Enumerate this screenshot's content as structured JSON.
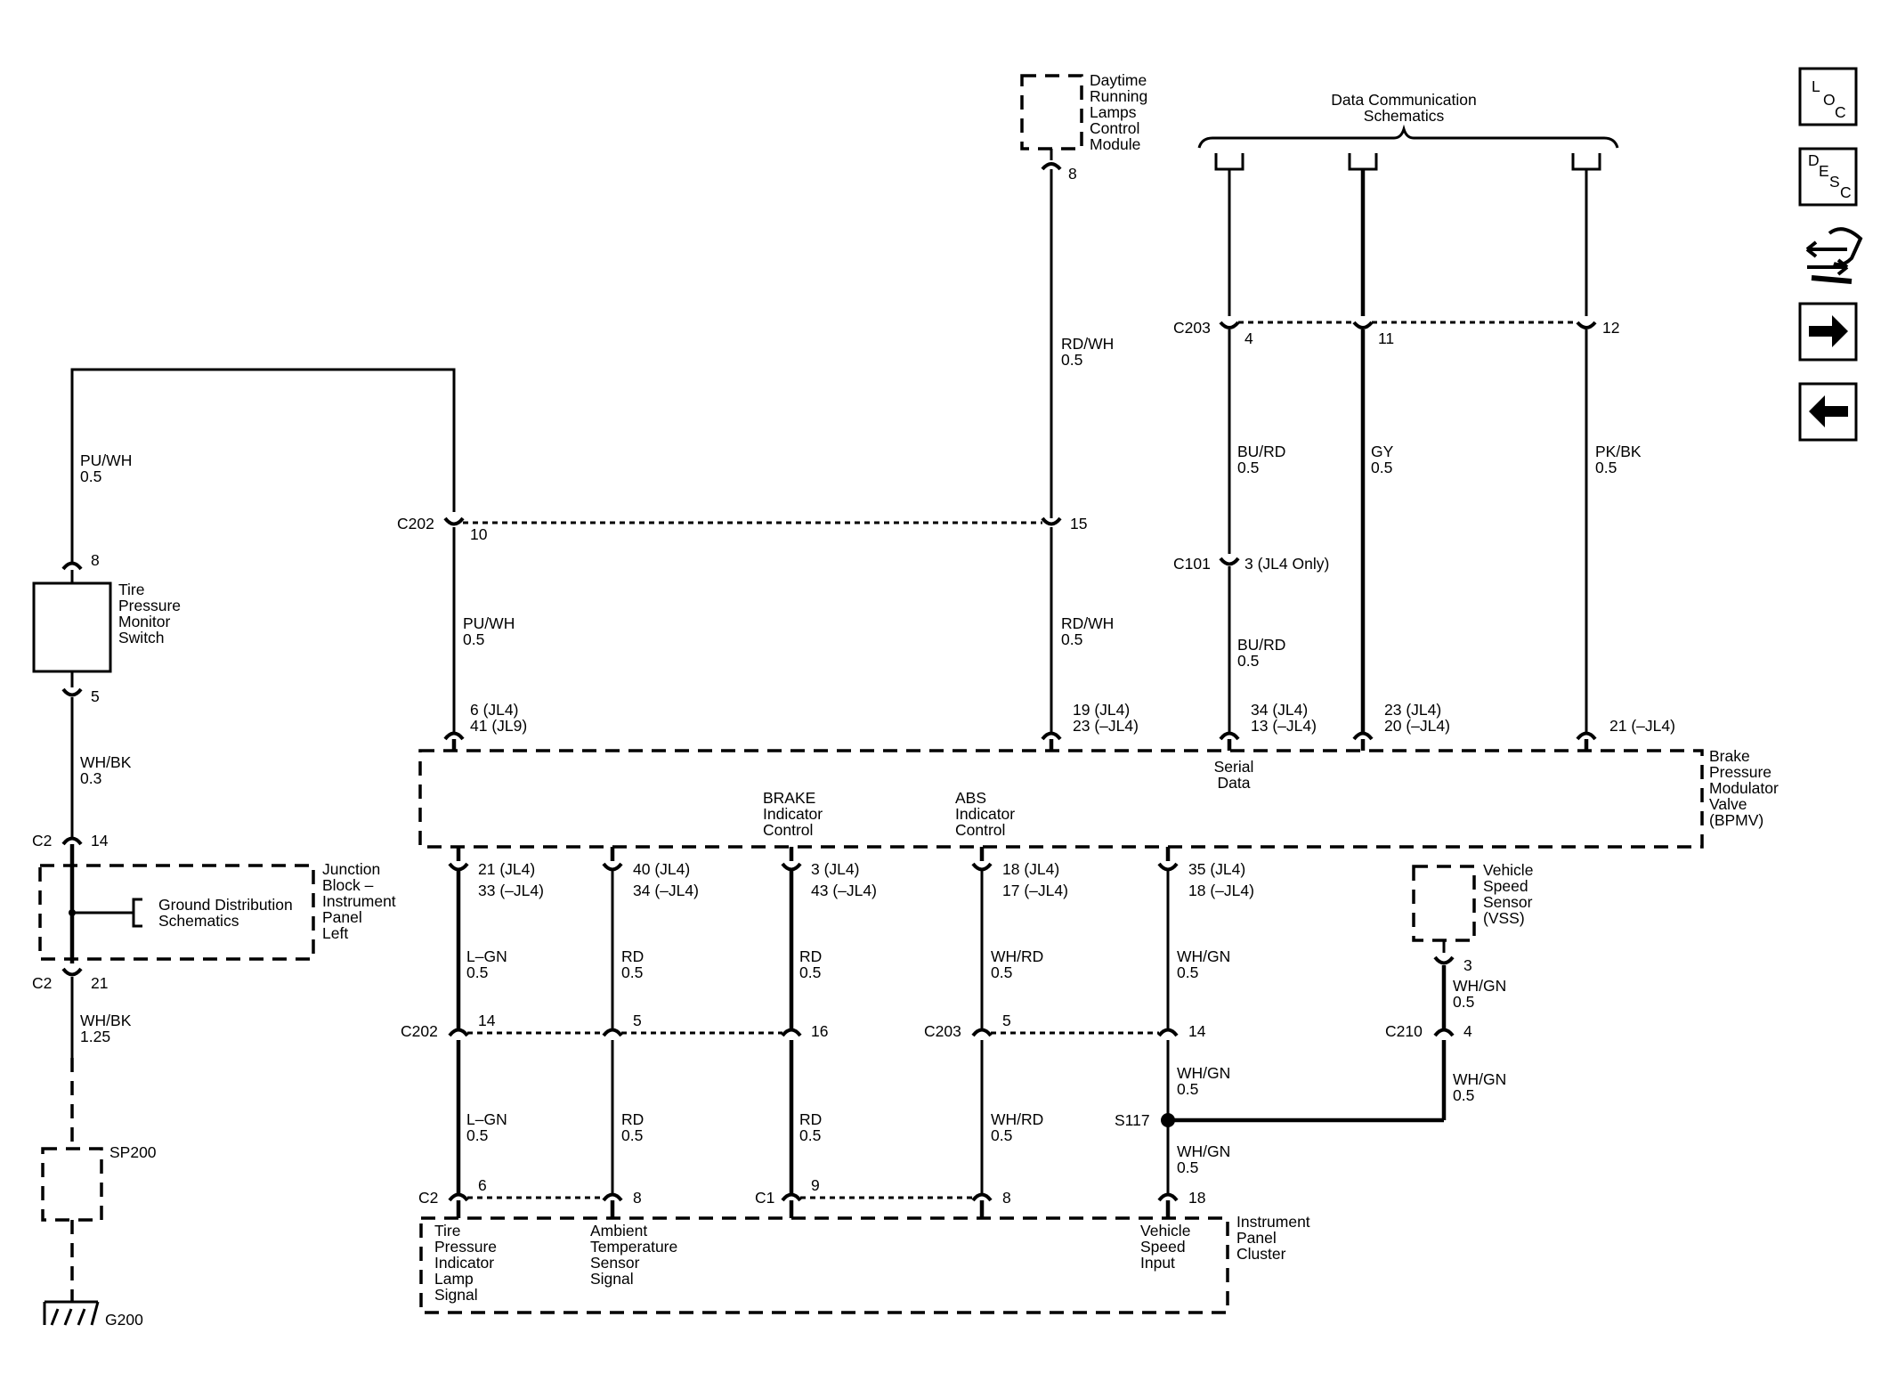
{
  "nav": {
    "loc_l": "L",
    "loc_o": "O",
    "loc_c": "C",
    "desc_d": "D",
    "desc_e": "E",
    "desc_s": "S",
    "desc_c": "C"
  },
  "components": {
    "drl_module": [
      "Daytime",
      "Running",
      "Lamps",
      "Control",
      "Module"
    ],
    "data_comm": [
      "Data Communication",
      "Schematics"
    ],
    "tpm_switch": [
      "Tire",
      "Pressure",
      "Monitor",
      "Switch"
    ],
    "bpmv": [
      "Brake",
      "Pressure",
      "Modulator",
      "Valve",
      "(BPMV)"
    ],
    "junction_block": [
      "Junction",
      "Block –",
      "Instrument",
      "Panel",
      "Left"
    ],
    "ground_dist": [
      "Ground Distribution",
      "Schematics"
    ],
    "vss": [
      "Vehicle",
      "Speed",
      "Sensor",
      "(VSS)"
    ],
    "ipc": [
      "Instrument",
      "Panel",
      "Cluster"
    ],
    "sp200": "SP200",
    "g200": "G200",
    "s117": "S117"
  },
  "bpmv_pins": {
    "serial_data": [
      "Serial",
      "Data"
    ],
    "brake_ind": [
      "BRAKE",
      "Indicator",
      "Control"
    ],
    "abs_ind": [
      "ABS",
      "Indicator",
      "Control"
    ]
  },
  "ipc_pins": {
    "tire_lamp": [
      "Tire",
      "Pressure",
      "Indicator",
      "Lamp",
      "Signal"
    ],
    "ambient": [
      "Ambient",
      "Temperature",
      "Sensor",
      "Signal"
    ],
    "vehicle_speed": [
      "Vehicle",
      "Speed",
      "Input"
    ]
  },
  "connectors": {
    "c203": "C203",
    "c202": "C202",
    "c101": "C101",
    "c2": "C2",
    "c1": "C1",
    "c210": "C210",
    "c203_4": "4",
    "c203_11": "11",
    "c203_12": "12",
    "c202_10": "10",
    "c202_15": "15",
    "c101_3": "3 (JL4 Only)",
    "drl_8": "8",
    "tpm_8": "8",
    "tpm_5": "5",
    "c2_14": "14",
    "c2_21": "21",
    "bp_a1": "6 (JL4)",
    "bp_a2": "41 (JL9)",
    "bp_b1": "19 (JL4)",
    "bp_b2": "23 (–JL4)",
    "bp_c1": "34 (JL4)",
    "bp_c2": "13 (–JL4)",
    "bp_d1": "23 (JL4)",
    "bp_d2": "20 (–JL4)",
    "bp_e": "21 (–JL4)",
    "bb_1a": "21 (JL4)",
    "bb_1b": "33 (–JL4)",
    "bb_2a": "40 (JL4)",
    "bb_2b": "34 (–JL4)",
    "bb_3a": "3 (JL4)",
    "bb_3b": "43 (–JL4)",
    "bb_4a": "18 (JL4)",
    "bb_4b": "17 (–JL4)",
    "bb_5a": "35 (JL4)",
    "bb_5b": "18 (–JL4)",
    "vss_3": "3",
    "c202b_14": "14",
    "c202b_5": "5",
    "c202b_16": "16",
    "c203b_5": "5",
    "c203b_14": "14",
    "c210_4": "4",
    "ipc_6": "6",
    "ipc_8a": "8",
    "ipc_9": "9",
    "ipc_8b": "8",
    "ipc_18": "18"
  },
  "wires": {
    "pu_wh_top": [
      "PU/WH",
      "0.5"
    ],
    "rd_wh_top": [
      "RD/WH",
      "0.5"
    ],
    "bu_rd_top": [
      "BU/RD",
      "0.5"
    ],
    "gy": [
      "GY",
      "0.5"
    ],
    "pk_bk": [
      "PK/BK",
      "0.5"
    ],
    "pu_wh_mid": [
      "PU/WH",
      "0.5"
    ],
    "rd_wh_mid": [
      "RD/WH",
      "0.5"
    ],
    "bu_rd_mid": [
      "BU/RD",
      "0.5"
    ],
    "wh_bk_03": [
      "WH/BK",
      "0.3"
    ],
    "wh_bk_125": [
      "WH/BK",
      "1.25"
    ],
    "lgn_1": [
      "L–GN",
      "0.5"
    ],
    "rd_1": [
      "RD",
      "0.5"
    ],
    "rd_2": [
      "RD",
      "0.5"
    ],
    "whrd_1": [
      "WH/RD",
      "0.5"
    ],
    "whgn_1": [
      "WH/GN",
      "0.5"
    ],
    "lgn_2": [
      "L–GN",
      "0.5"
    ],
    "rd_3": [
      "RD",
      "0.5"
    ],
    "rd_4": [
      "RD",
      "0.5"
    ],
    "whrd_2": [
      "WH/RD",
      "0.5"
    ],
    "whgn_2": [
      "WH/GN",
      "0.5"
    ],
    "whgn_3": [
      "WH/GN",
      "0.5"
    ],
    "whgn_vss": [
      "WH/GN",
      "0.5"
    ],
    "whgn_c210": [
      "WH/GN",
      "0.5"
    ]
  }
}
